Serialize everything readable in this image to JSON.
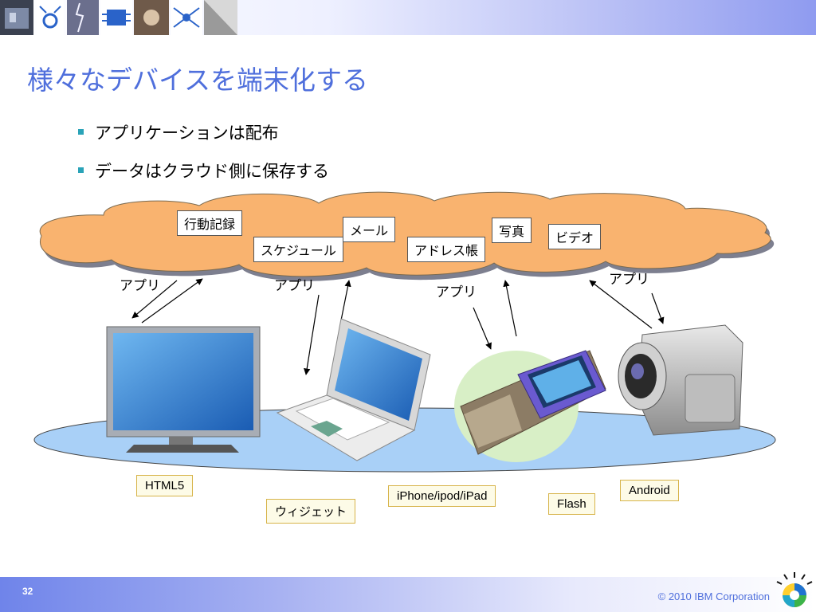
{
  "slide": {
    "title": "様々なデバイスを端末化する",
    "bullets": [
      "アプリケーションは配布",
      "データはクラウド側に保存する"
    ],
    "page_number": "32",
    "copyright": "© 2010 IBM Corporation"
  },
  "cloud_labels": {
    "behavior_log": "行動記録",
    "schedule": "スケジュール",
    "mail": "メール",
    "address_book": "アドレス帳",
    "photo": "写真",
    "video": "ビデオ"
  },
  "app_labels": [
    "アプリ",
    "アプリ",
    "アプリ",
    "アプリ"
  ],
  "tech_labels": {
    "html5": "HTML5",
    "widget": "ウィジェット",
    "iphone": "iPhone/ipod/iPad",
    "flash": "Flash",
    "android": "Android"
  },
  "colors": {
    "title": "#4f6fdc",
    "bullet_marker": "#2aa3b8",
    "cloud_fill": "#f9b36f",
    "base_ellipse": "#a9d0f7",
    "tech_border": "#d7b44a"
  }
}
